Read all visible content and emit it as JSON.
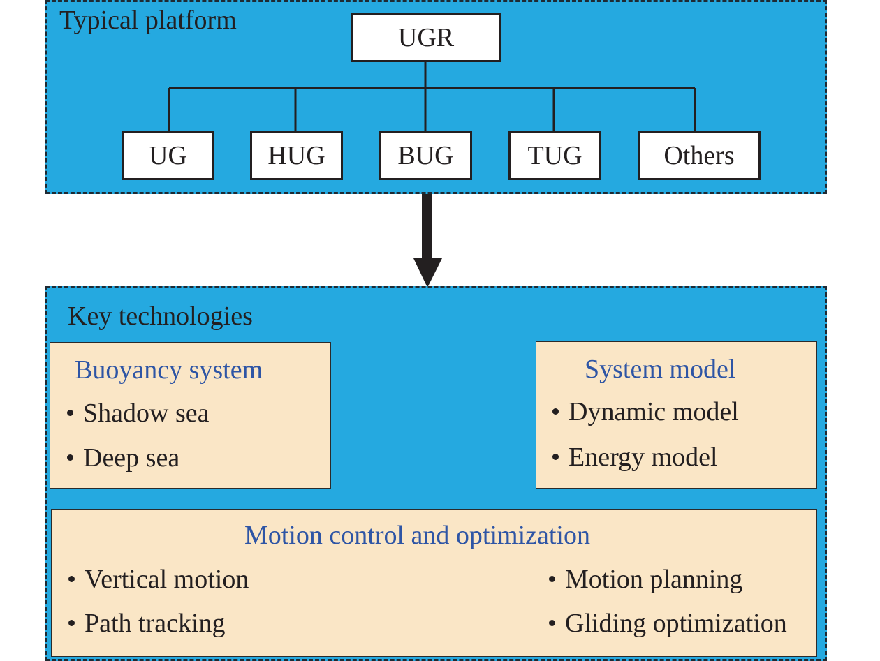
{
  "platform": {
    "title": "Typical platform",
    "root": "UGR",
    "children": [
      "UG",
      "HUG",
      "BUG",
      "TUG",
      "Others"
    ]
  },
  "key_technologies": {
    "title": "Key technologies",
    "buoyancy": {
      "title": "Buoyancy system",
      "items": [
        "Shadow sea",
        "Deep sea"
      ]
    },
    "system_model": {
      "title": "System model",
      "items": [
        "Dynamic model",
        "Energy model"
      ]
    },
    "motion": {
      "title": "Motion control and optimization",
      "items": [
        "Vertical motion",
        "Path tracking",
        "Motion planning",
        "Gliding optimization"
      ]
    }
  },
  "colors": {
    "panel": "#25a9e0",
    "card": "#fae6c6",
    "card_title": "#2e55a5",
    "text": "#231f20"
  }
}
